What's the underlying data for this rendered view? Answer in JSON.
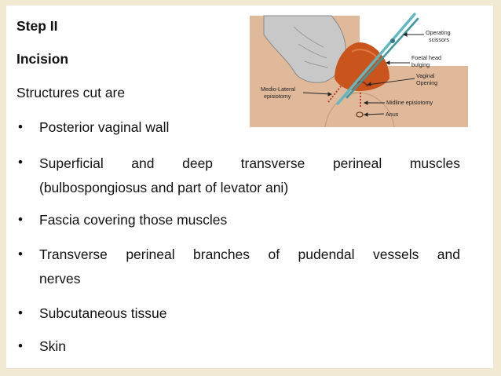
{
  "slide": {
    "step": "Step II",
    "heading": "Incision",
    "intro": "Structures cut are",
    "bullet_glyph": "•",
    "bullets": [
      {
        "line1": "Posterior vaginal wall",
        "line2": ""
      },
      {
        "line1": "Superficial and deep transverse perineal muscles",
        "line2": "(bulbospongiosus and part of levator ani)"
      },
      {
        "line1": "Fascia covering those muscles",
        "line2": ""
      },
      {
        "line1": "Transverse perineal branches of pudendal vessels and",
        "line2": "nerves"
      },
      {
        "line1": "Subcutaneous tissue",
        "line2": ""
      },
      {
        "line1": "Skin",
        "line2": ""
      }
    ]
  },
  "figure": {
    "labels": {
      "operating_scissors": [
        "Operating",
        "scissors"
      ],
      "foetal_head": [
        "Foetal head",
        "bulging"
      ],
      "vaginal_opening": [
        "Vaginal",
        "Opening"
      ],
      "midline_episiotomy": "Midline episiotomy",
      "anus": "Anus",
      "mediolateral_episiotomy": [
        "Medio-Lateral",
        "episiotomy"
      ]
    },
    "colors": {
      "skin": "#dfb99a",
      "glove": "#c8c8c8",
      "foetal_head": "#c9541c",
      "scissors": "#5fb8c2",
      "incision_dots": "#c0392b"
    }
  },
  "theme": {
    "border_color": "#f2e9d2"
  }
}
